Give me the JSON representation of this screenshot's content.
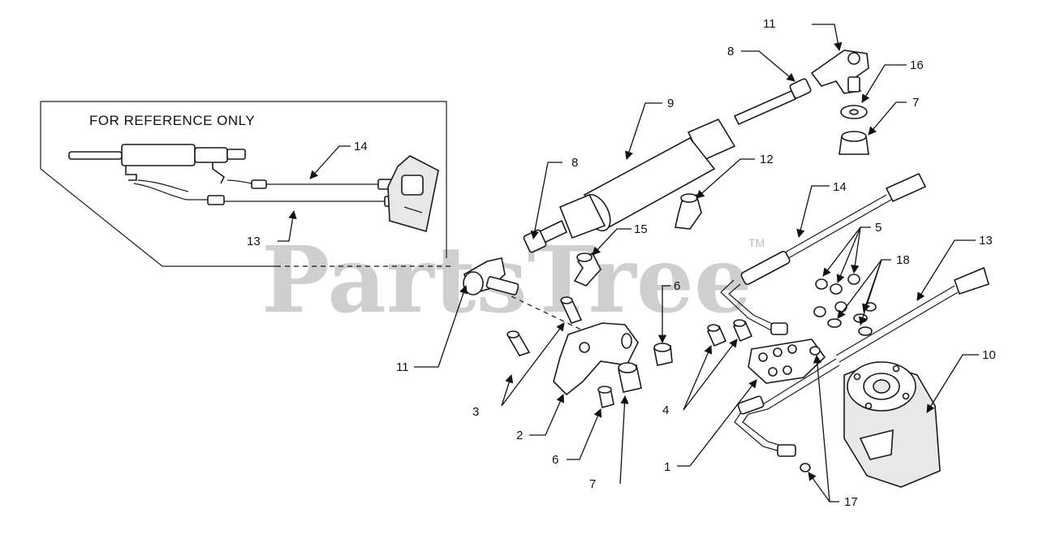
{
  "diagram": {
    "reference_box_title": "FOR REFERENCE ONLY",
    "watermark": "PartsTree",
    "watermark_tm": "TM",
    "callouts": {
      "c1": "1",
      "c2": "2",
      "c3": "3",
      "c4": "4",
      "c5": "5",
      "c6a": "6",
      "c6b": "6",
      "c7a": "7",
      "c7b": "7",
      "c8a": "8",
      "c8b": "8",
      "c9": "9",
      "c10": "10",
      "c11a": "11",
      "c11b": "11",
      "c12": "12",
      "c13a": "13",
      "c13b": "13",
      "c14a": "14",
      "c14b": "14",
      "c15": "15",
      "c16": "16",
      "c17": "17",
      "c18": "18"
    }
  }
}
